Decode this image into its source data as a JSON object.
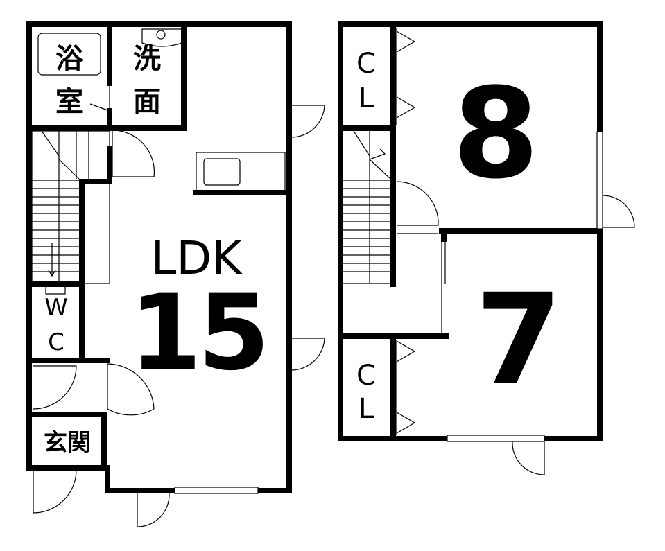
{
  "floor1": {
    "bath": [
      "浴",
      "室"
    ],
    "washroom": [
      "洗",
      "面"
    ],
    "ldk_label": "LDK",
    "ldk_size": "15",
    "wc": [
      "W",
      "C"
    ],
    "entrance": "玄関"
  },
  "floor2": {
    "closet_top": [
      "C",
      "L"
    ],
    "closet_bottom": [
      "C",
      "L"
    ],
    "room_top_size": "8",
    "room_bottom_size": "7"
  }
}
